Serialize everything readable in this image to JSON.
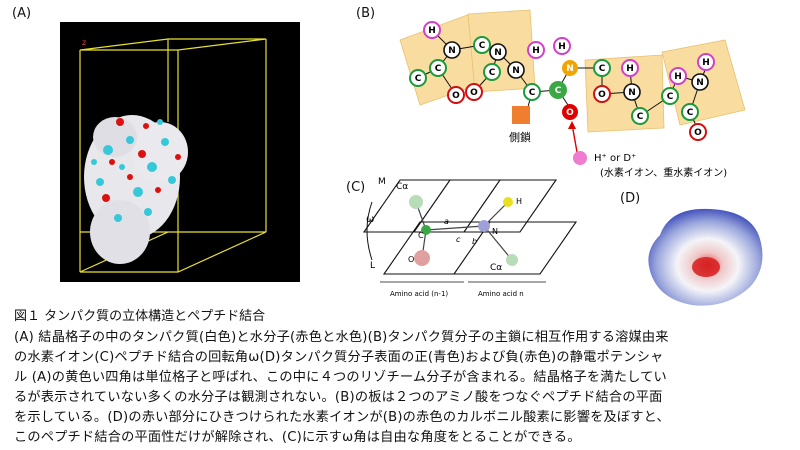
{
  "panel_labels": {
    "a": "(A)",
    "b": "(B)",
    "c": "(C)",
    "d": "(D)"
  },
  "panel_a": {
    "axis_label": "z"
  },
  "panel_b": {
    "atoms": {
      "h": "H",
      "n": "N",
      "c": "C",
      "o": "O"
    },
    "side_chain_label": "側鎖",
    "ion_label_line1": "H⁺ or D⁺",
    "ion_label_line2": "(水素イオン、重水素イオン)"
  },
  "panel_c": {
    "plane_m": "M",
    "plane_l": "L",
    "omega": "ω",
    "calpha_top": "Cα",
    "calpha_bottom": "Cα",
    "atom_c": "C",
    "atom_n": "N",
    "atom_o": "O",
    "atom_h": "H",
    "vec_a": "a",
    "vec_b": "b",
    "vec_c": "c",
    "amino_n1": "Amino acid (n-1)",
    "amino_n": "Amino acid n"
  },
  "caption": {
    "title": "図１ タンパク質の立体構造とペプチド結合",
    "lines": [
      "(A) 結晶格子の中のタンパク質(白色)と水分子(赤色と水色)(B)タンパク質分子の主鎖に相互作用する溶媒由来",
      "の水素イオン(C)ペプチド結合の回転角ω(D)タンパク質分子表面の正(青色)および負(赤色)の静電ポテンシャ",
      "ル (A)の黄色い四角は単位格子と呼ばれ、この中に４つのリゾチーム分子が含まれる。結晶格子を満たしてい",
      "るが表示されていない多くの水分子は観測されない。(B)の板は２つのアミノ酸をつなぐペプチド結合の平面",
      "を示している。(D)の赤い部分にひきつけられた水素イオンが(B)の赤色のカルボニル酸素に影響を及ぼすと、",
      "このペプチド結合の平面性だけが解除され、(C)に示すω角は自由な角度をとることができる。"
    ]
  },
  "colors": {
    "plate": "#f8dca0",
    "hydrogen_ring": "#d23fc8",
    "nitrogen_ring": "#111111",
    "carbon_ring": "#1a9a3a",
    "oxygen_ring": "#d01010",
    "calpha_fill": "#3aa845",
    "n_fill": "#f0a500",
    "o_fill": "#e00000",
    "side_chain": "#ef7f2e",
    "ion": "#f07cd0"
  }
}
